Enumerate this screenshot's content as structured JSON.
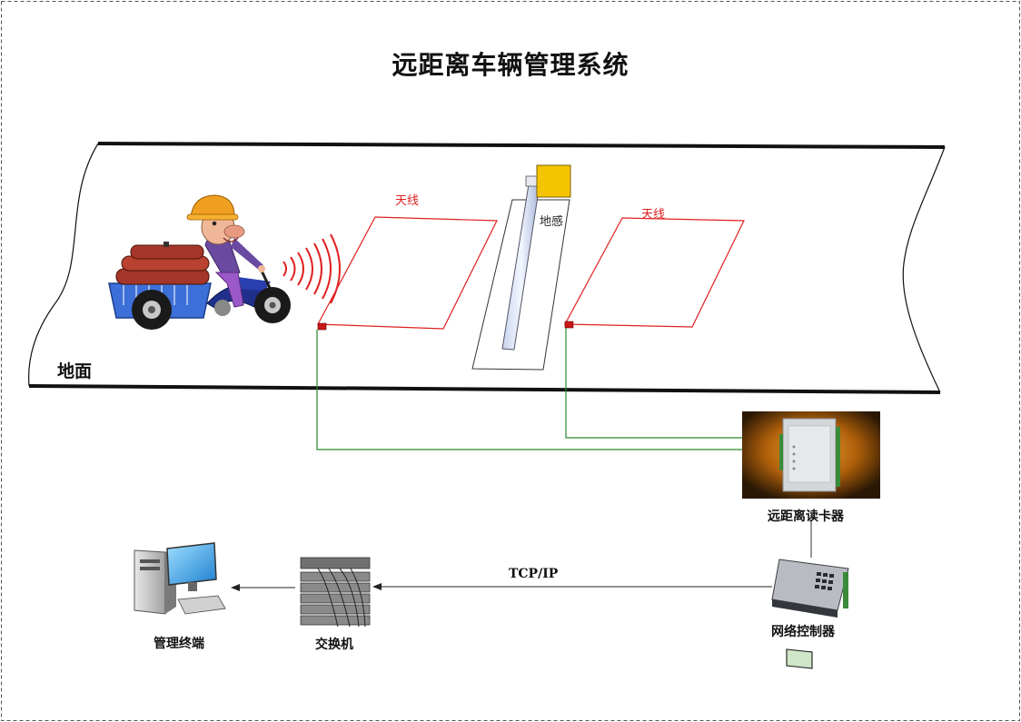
{
  "title": "远距离车辆管理系统",
  "ground_label": "地面",
  "antenna_label_left": "天线",
  "antenna_label_right": "天线",
  "ground_sensor_label": "地感",
  "reader_label": "远距离读卡器",
  "controller_label": "网络控制器",
  "switch_label": "交换机",
  "terminal_label": "管理终端",
  "protocol_label": "TCP/IP",
  "colors": {
    "antenna": "#e02020",
    "wire": "#2a8a2a",
    "sensor_box": "#f5c400",
    "reader_bg_center": "#e08a10",
    "reader_bg_edge": "#2a1a05"
  }
}
